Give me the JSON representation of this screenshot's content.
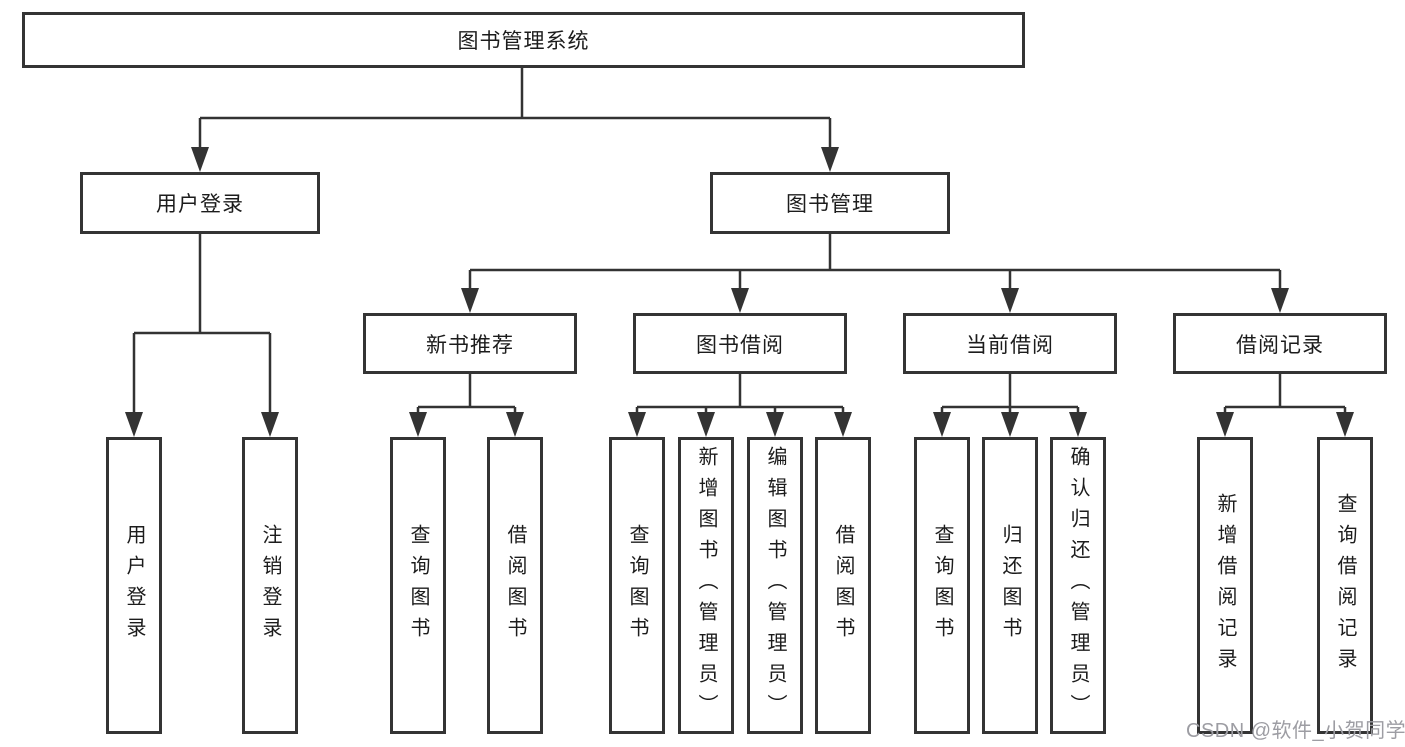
{
  "diagram": {
    "root": "图书管理系统",
    "level1": [
      "用户登录",
      "图书管理"
    ],
    "level2": [
      "新书推荐",
      "图书借阅",
      "当前借阅",
      "借阅记录"
    ],
    "leaves": {
      "user_login": [
        "用户登录",
        "注销登录"
      ],
      "new_book": [
        "查询图书",
        "借阅图书"
      ],
      "book_borrow": [
        "查询图书",
        "新增图书（管理员）",
        "编辑图书（管理员）",
        "借阅图书"
      ],
      "current_borrow": [
        "查询图书",
        "归还图书",
        "确认归还（管理员）"
      ],
      "borrow_record": [
        "新增借阅记录",
        "查询借阅记录"
      ]
    }
  },
  "watermark": "CSDN @软件_小贺同学",
  "colors": {
    "line": "#333333",
    "box_border": "#343434",
    "box_fill": "#ffffff",
    "text": "#1c1c1c",
    "watermark": "#9d9da3",
    "background": "#ffffff"
  }
}
